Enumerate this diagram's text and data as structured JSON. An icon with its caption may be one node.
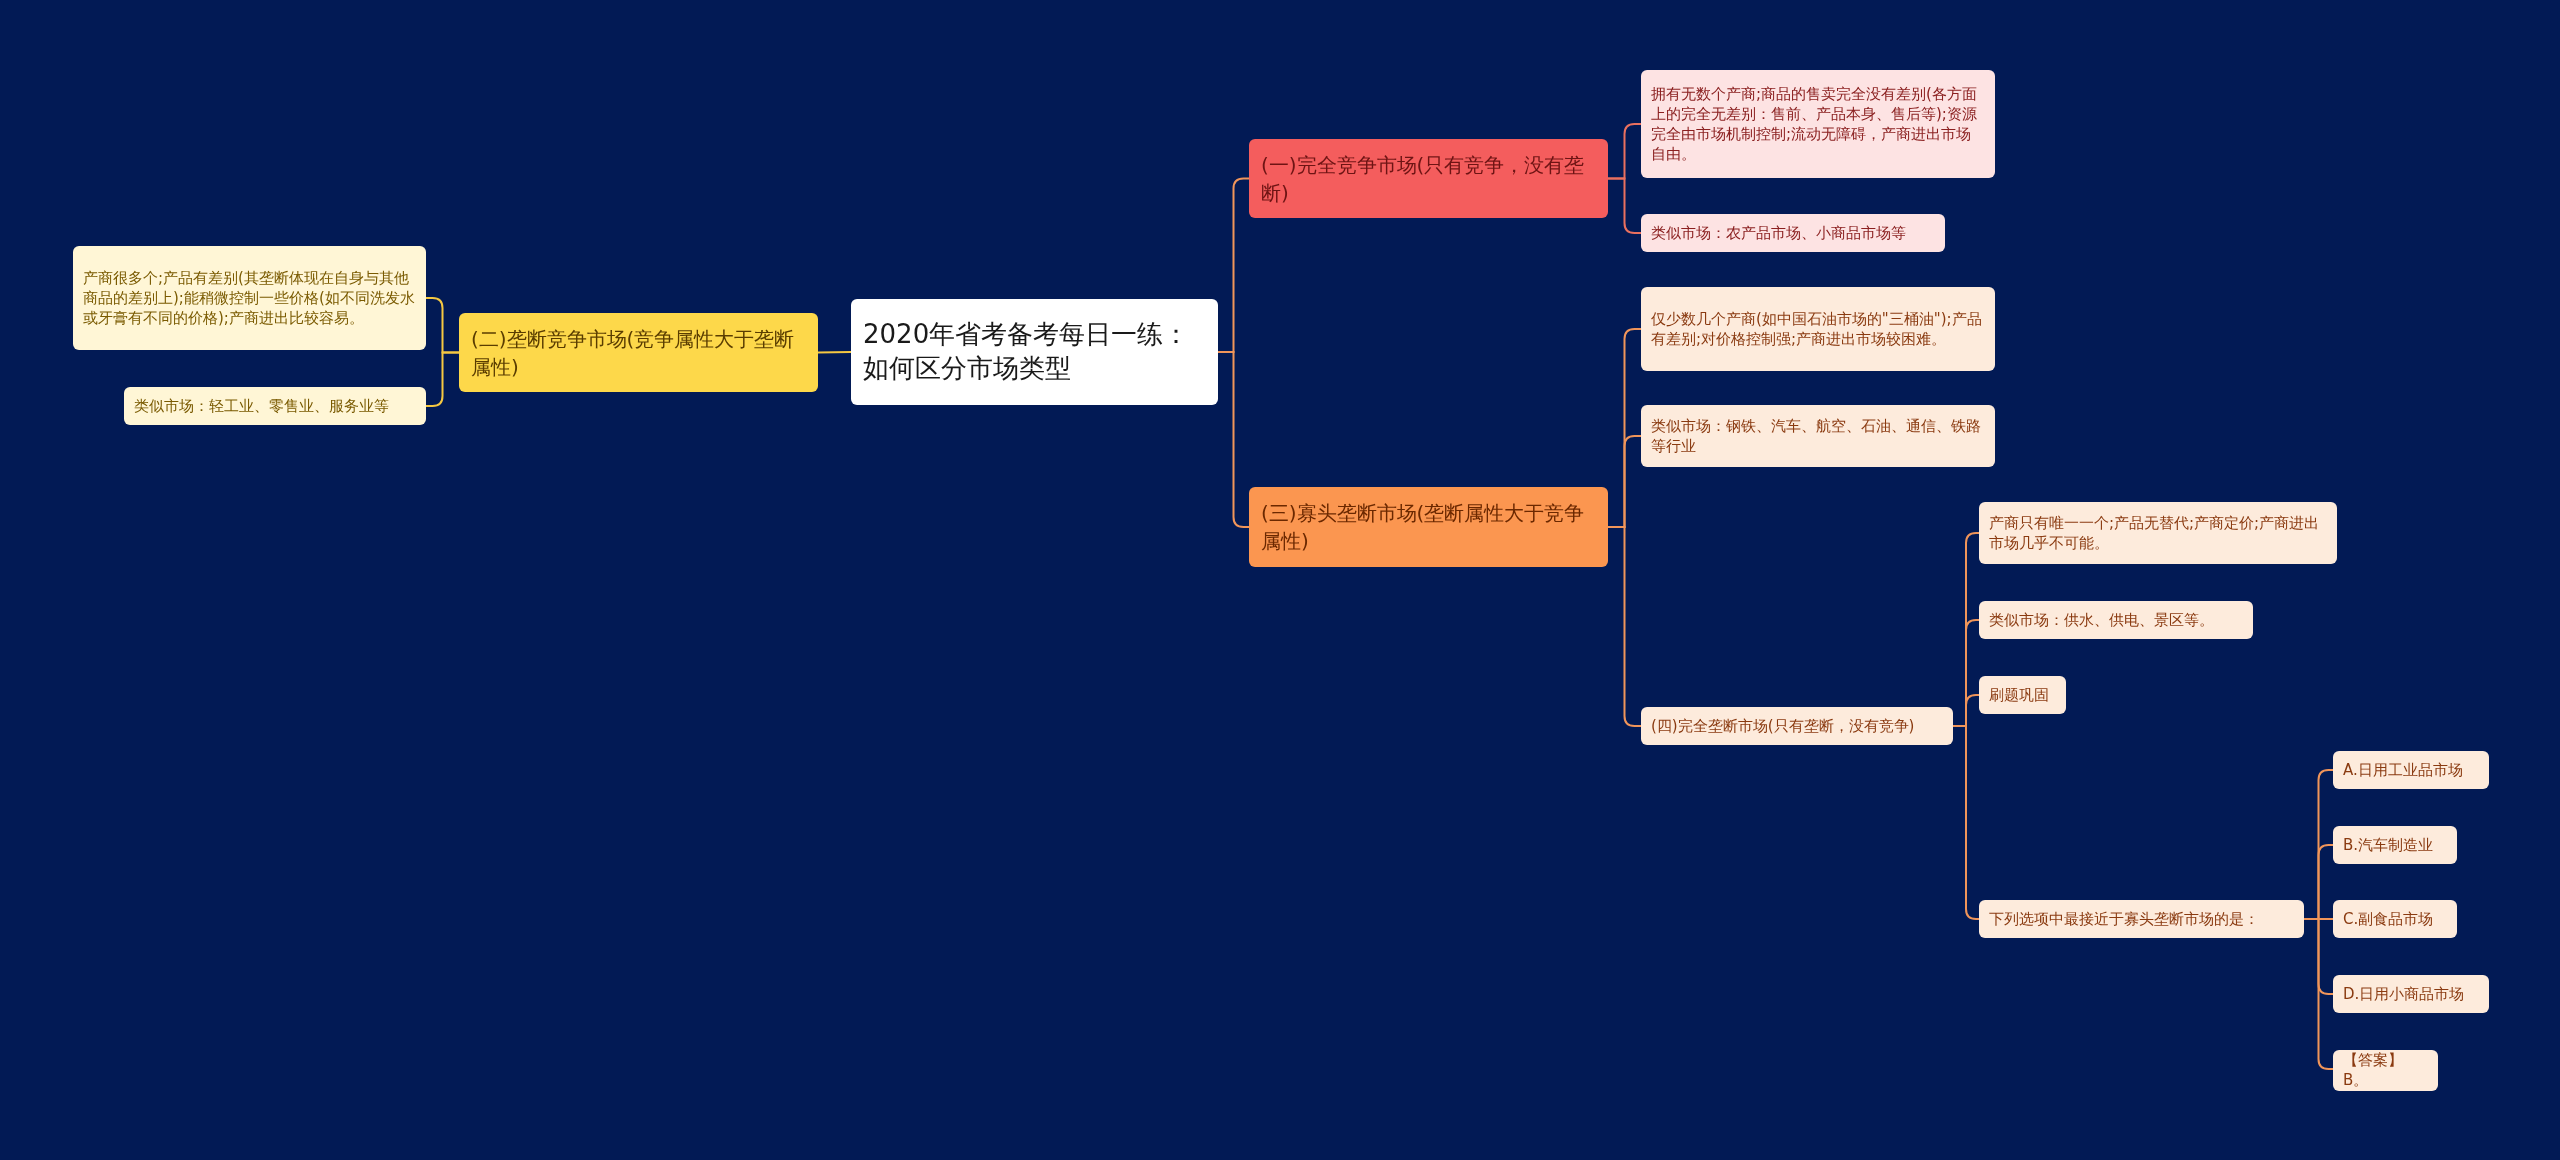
{
  "diagram": {
    "nodes": [
      {
        "text": [
          "2020年省考备考每日一练：如何区分市场类型"
        ]
      },
      {
        "text": [
          "(二)垄断竞争市场(竞争属性大于垄断属性)"
        ]
      },
      {
        "text": [
          "产商很多个;产品有差别(其垄断体现在自身与其他商品的差别上);能稍微控制一些价格(如不同洗发水或牙膏有不同的价格);产商进出比较容易。"
        ]
      },
      {
        "text": [
          "类似市场：轻工业、零售业、服务业等"
        ]
      },
      {
        "text": [
          "(一)完全竞争市场(只有竞争，没有垄断)"
        ]
      },
      {
        "text": [
          "拥有无数个产商;商品的售卖完全没有差别(各方面上的完全无差别：售前、产品本身、售后等);资源完全由市场机制控制;流动无障碍，产商进出市场自由。"
        ]
      },
      {
        "text": [
          "类似市场：农产品市场、小商品市场等"
        ]
      },
      {
        "text": [
          "(三)寡头垄断市场(垄断属性大于竞争属性)"
        ]
      },
      {
        "text": [
          "仅少数几个产商(如中国石油市场的\"三桶油\");产品有差别;对价格控制强;产商进出市场较困难。"
        ]
      },
      {
        "text": [
          "类似市场：钢铁、汽车、航空、石油、通信、铁路等行业"
        ]
      },
      {
        "text": [
          "(四)完全垄断市场(只有垄断，没有竞争)"
        ]
      },
      {
        "text": [
          "产商只有唯一一个;产品无替代;产商定价;产商进出市场几乎不可能。"
        ]
      },
      {
        "text": [
          "类似市场：供水、供电、景区等。"
        ]
      },
      {
        "text": [
          "刷题巩固"
        ]
      },
      {
        "text": [
          "下列选项中最接近于寡头垄断市场的是："
        ]
      },
      {
        "text": [
          "A.日用工业品市场"
        ]
      },
      {
        "text": [
          "B.汽车制造业"
        ]
      },
      {
        "text": [
          "C.副食品市场"
        ]
      },
      {
        "text": [
          "D.日用小商品市场"
        ]
      },
      {
        "text": [
          "【答案】B。"
        ]
      }
    ],
    "edges": [
      {
        "from": 0,
        "to": 1,
        "arrow": "none",
        "color": "#f5c842"
      },
      {
        "from": 1,
        "to": 2,
        "arrow": "none",
        "color": "#f5c842"
      },
      {
        "from": 1,
        "to": 3,
        "arrow": "none",
        "color": "#f5c842"
      },
      {
        "from": 0,
        "to": 4,
        "arrow": "none"
      },
      {
        "from": 4,
        "to": 5,
        "arrow": "none",
        "color": "#e9705f"
      },
      {
        "from": 4,
        "to": 6,
        "arrow": "none",
        "color": "#e9705f"
      },
      {
        "from": 0,
        "to": 7,
        "arrow": "none"
      },
      {
        "from": 7,
        "to": 8,
        "arrow": "none"
      },
      {
        "from": 7,
        "to": 9,
        "arrow": "none"
      },
      {
        "from": 7,
        "to": 10,
        "arrow": "none"
      },
      {
        "from": 10,
        "to": 11,
        "arrow": "none"
      },
      {
        "from": 10,
        "to": 12,
        "arrow": "none"
      },
      {
        "from": 10,
        "to": 13,
        "arrow": "none"
      },
      {
        "from": 10,
        "to": 14,
        "arrow": "none"
      },
      {
        "from": 14,
        "to": 15,
        "arrow": "none"
      },
      {
        "from": 14,
        "to": 16,
        "arrow": "none"
      },
      {
        "from": 14,
        "to": 17,
        "arrow": "none"
      },
      {
        "from": 14,
        "to": 18,
        "arrow": "none"
      },
      {
        "from": 14,
        "to": 19,
        "arrow": "none"
      }
    ]
  }
}
